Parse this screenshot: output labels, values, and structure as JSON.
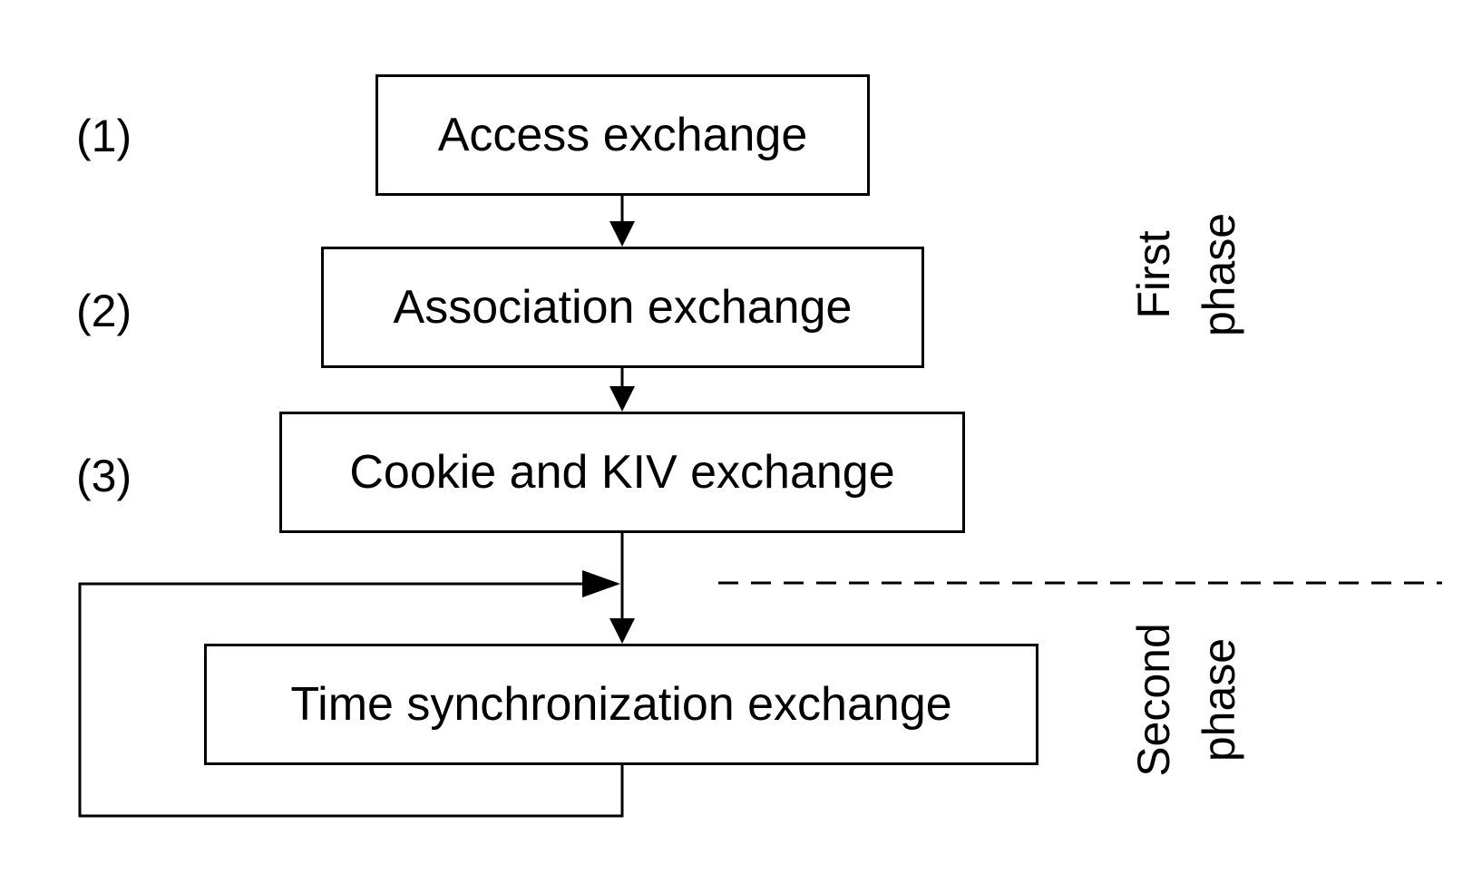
{
  "steps": [
    {
      "number": "(1)",
      "label": "Access exchange"
    },
    {
      "number": "(2)",
      "label": "Association exchange"
    },
    {
      "number": "(3)",
      "label": "Cookie and KIV exchange"
    },
    {
      "label": "Time synchronization exchange"
    }
  ],
  "phases": {
    "first": {
      "line1": "First",
      "line2": "phase"
    },
    "second": {
      "line1": "Second",
      "line2": "phase"
    }
  },
  "colors": {
    "stroke": "#000000",
    "background": "#ffffff"
  }
}
